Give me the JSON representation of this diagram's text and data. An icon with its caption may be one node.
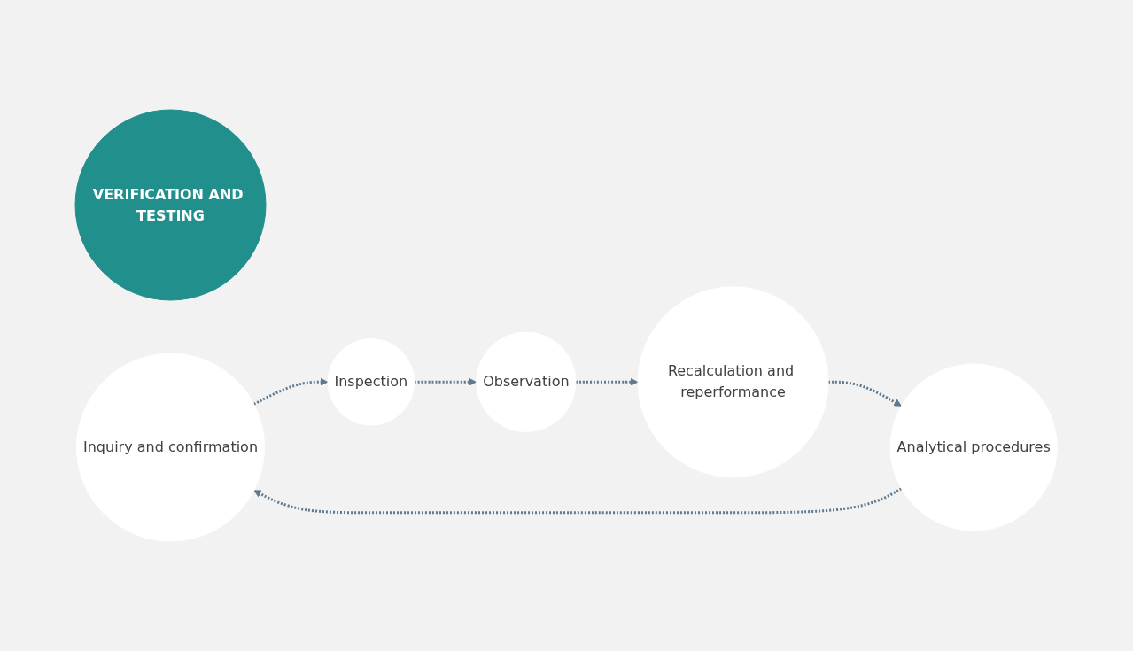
{
  "diagram": {
    "nodes": [
      {
        "text": [
          "VERIFICATION AND TESTING"
        ]
      },
      {
        "text": [
          "Inquiry and confirmation"
        ]
      },
      {
        "text": [
          "Inspection"
        ]
      },
      {
        "text": [
          "Observation"
        ]
      },
      {
        "text": [
          "Recalculation and reperformance"
        ]
      },
      {
        "text": [
          "Analytical procedures"
        ]
      }
    ],
    "edges": [
      {
        "from": 1,
        "to": 2,
        "arrow": "to",
        "style": "dashed"
      },
      {
        "from": 2,
        "to": 3,
        "arrow": "to",
        "style": "dashed"
      },
      {
        "from": 3,
        "to": 4,
        "arrow": "to",
        "style": "dashed"
      },
      {
        "from": 4,
        "to": 5,
        "arrow": "to",
        "style": "dashed"
      },
      {
        "from": 5,
        "to": 1,
        "arrow": "to",
        "style": "dashed"
      }
    ]
  }
}
